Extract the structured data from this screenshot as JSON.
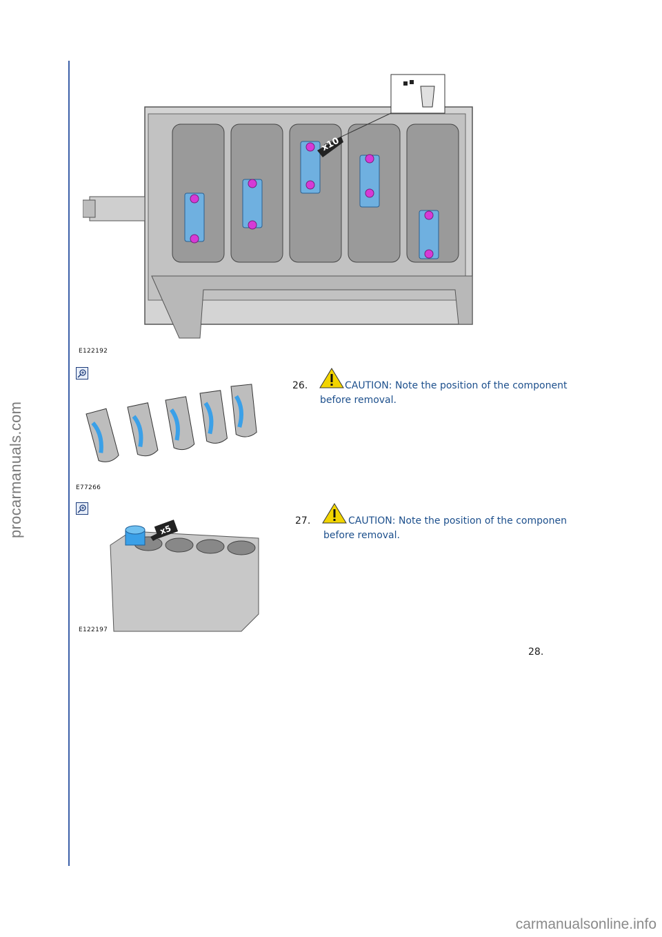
{
  "watermark_side": "procarmanuals.com",
  "watermark_footer": "carmanualsonline.info",
  "figures": {
    "fig1": {
      "label": "E122192",
      "callout": "x10"
    },
    "fig2": {
      "label": "E77266"
    },
    "fig3": {
      "label": "E122197",
      "callout": "x5"
    }
  },
  "steps": [
    {
      "num": "26.",
      "line1": "CAUTION: Note the position of the component",
      "line2": "before removal."
    },
    {
      "num": "27.",
      "line1": "CAUTION: Note the position of the componen",
      "line2": "before removal."
    },
    {
      "num": "28."
    }
  ],
  "colors": {
    "rule": "#3b5fa8",
    "caution_text": "#1c4f8c",
    "warning_yellow": "#f2d400",
    "bolt_magenta": "#d63ad6",
    "cap_blue": "#3aa0e8"
  },
  "icons": [
    "zoom-icon",
    "warning-icon",
    "bin-icon"
  ]
}
